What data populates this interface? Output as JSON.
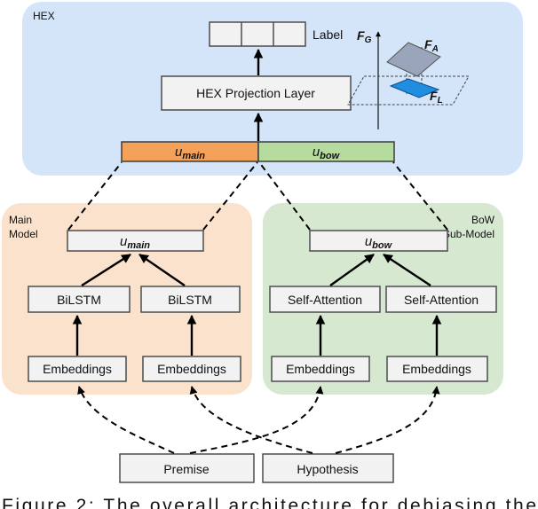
{
  "hex_panel": {
    "title": "HEX",
    "label_text": "Label",
    "projection_text": "HEX Projection Layer",
    "u_main": "u",
    "u_main_sub": "main",
    "u_bow": "u",
    "u_bow_sub": "bow",
    "inset": {
      "fg": "F",
      "fg_sub": "G",
      "fa": "F",
      "fa_sub": "A",
      "fl": "F",
      "fl_sub": "L"
    }
  },
  "main_model": {
    "title_line1": "Main",
    "title_line2": "Model",
    "u": "u",
    "u_sub": "main",
    "bilstm_left": "BiLSTM",
    "bilstm_right": "BiLSTM",
    "emb_left": "Embeddings",
    "emb_right": "Embeddings"
  },
  "bow_model": {
    "title_line1": "BoW",
    "title_line2": "Sub-Model",
    "u": "u",
    "u_sub": "bow",
    "attn_left": "Self-Attention",
    "attn_right": "Self-Attention",
    "emb_left": "Embeddings",
    "emb_right": "Embeddings"
  },
  "inputs": {
    "premise": "Premise",
    "hypothesis": "Hypothesis"
  },
  "caption": "Figure 2:  The overall architecture for debiasing the",
  "colors": {
    "hex_bg": "#d5e5f9",
    "main_bg": "#fbe2cc",
    "bow_bg": "#d6e8d0",
    "u_main_fill": "#f4a25a",
    "u_bow_fill": "#b6db9f",
    "plane_a": "#9aa5bb",
    "plane_l": "#1f8de0"
  }
}
